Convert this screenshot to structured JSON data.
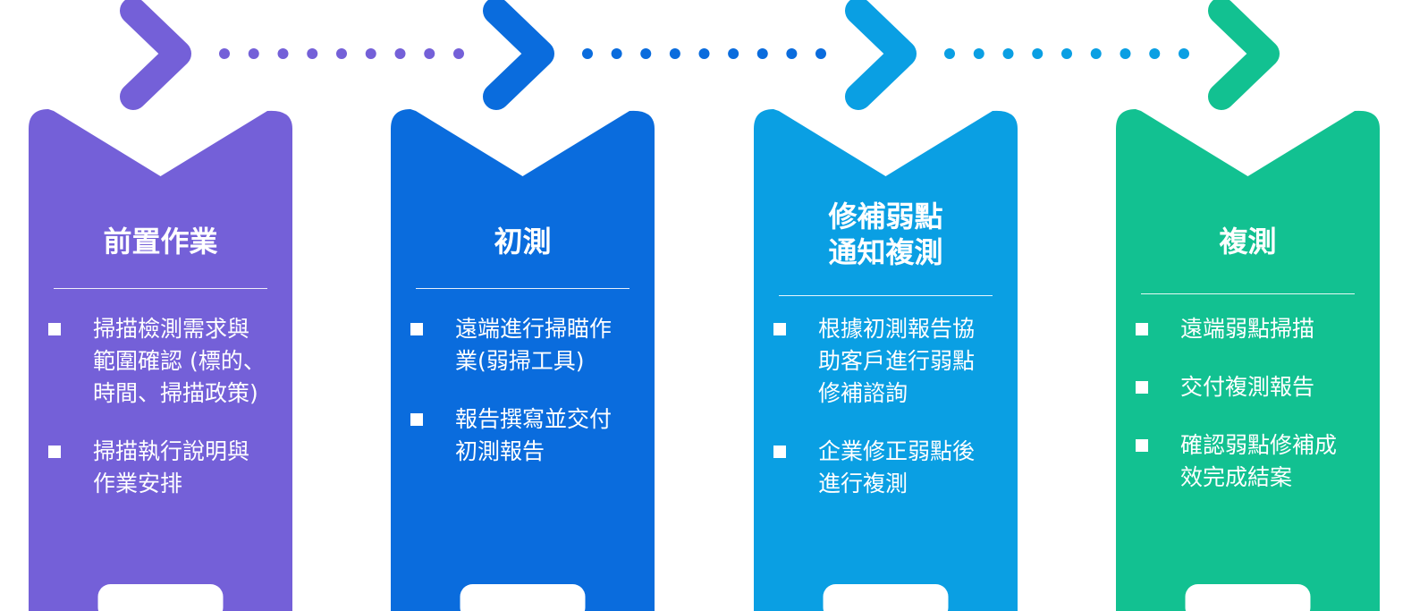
{
  "colors": {
    "step1": "#7460D8",
    "step2": "#0A6CDD",
    "step3": "#0A9FE3",
    "step4": "#12C191"
  },
  "steps": [
    {
      "title_lines": [
        "前置作業"
      ],
      "items": [
        [
          "掃描檢測需求與",
          "範圍確認 (標的、",
          "時間、掃描政策)"
        ],
        [
          "掃描執行說明與",
          "作業安排"
        ]
      ]
    },
    {
      "title_lines": [
        "初測"
      ],
      "items": [
        [
          "遠端進行掃瞄作",
          "業(弱掃工具)"
        ],
        [
          "報告撰寫並交付",
          "初測報告"
        ]
      ]
    },
    {
      "title_lines": [
        "修補弱點",
        "通知複測"
      ],
      "items": [
        [
          "根據初測報告協",
          "助客戶進行弱點",
          "修補諮詢"
        ],
        [
          "企業修正弱點後",
          "進行複測"
        ]
      ]
    },
    {
      "title_lines": [
        "複測"
      ],
      "items": [
        [
          "遠端弱點掃描"
        ],
        [
          "交付複測報告"
        ],
        [
          "確認弱點修補成",
          "效完成結案"
        ]
      ]
    }
  ]
}
